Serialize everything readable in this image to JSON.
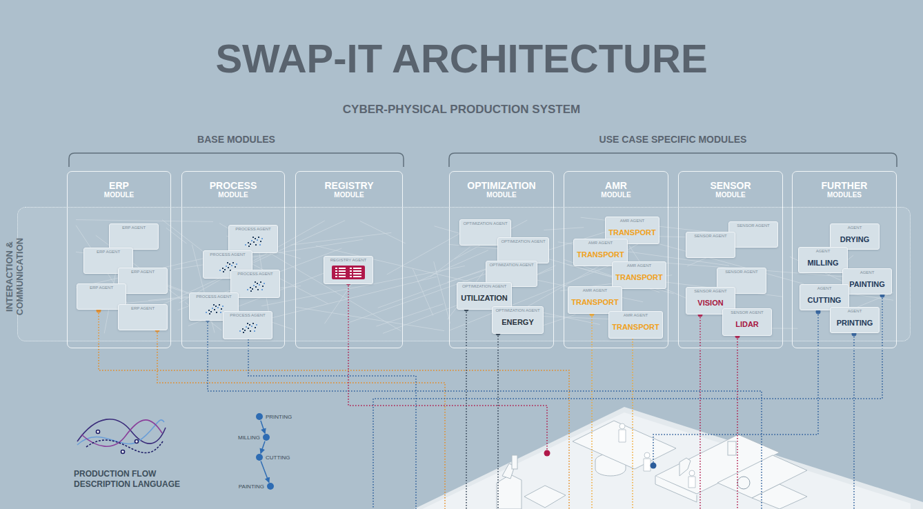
{
  "diagram": {
    "title": "SWAP-IT ARCHITECTURE",
    "nodes": [
      {
        "text": [
          "INTERACTION & COMMUNICATION"
        ]
      },
      {
        "text": [
          "ERP",
          "MODULE"
        ]
      },
      {
        "text": [
          "ERP AGENT"
        ],
        "in": 1
      },
      {
        "text": [
          "ERP AGENT"
        ],
        "in": 1
      },
      {
        "text": [
          "ERP AGENT"
        ],
        "in": 1
      },
      {
        "text": [
          "ERP AGENT"
        ],
        "in": 1
      },
      {
        "text": [
          "ERP AGENT"
        ],
        "in": 1
      },
      {
        "text": [
          "PROCESS",
          "MODULE"
        ]
      },
      {
        "text": [
          "PROCESS AGENT"
        ],
        "in": 7
      },
      {
        "text": [
          "PROCESS AGENT"
        ],
        "in": 7
      },
      {
        "text": [
          "PROCESS AGENT"
        ],
        "in": 7
      },
      {
        "text": [
          "PROCESS AGENT"
        ],
        "in": 7
      },
      {
        "text": [
          "PROCESS AGENT"
        ],
        "in": 7
      },
      {
        "text": [
          "REGISTRY",
          "MODULE"
        ]
      },
      {
        "text": [
          "REGISTRY AGENT"
        ],
        "in": 13
      },
      {
        "text": [
          "OPTIMIZATION",
          "MODULE"
        ]
      },
      {
        "text": [
          "OPTIMIZATION AGENT"
        ],
        "in": 15
      },
      {
        "text": [
          "OPTIMIZATION AGENT"
        ],
        "in": 15
      },
      {
        "text": [
          "OPTIMIZATION AGENT"
        ],
        "in": 15
      },
      {
        "text": [
          "OPTIMIZATION AGENT",
          "UTILIZATION"
        ],
        "in": 15
      },
      {
        "text": [
          "OPTIMIZATION AGENT",
          "ENERGY"
        ],
        "in": 15
      },
      {
        "text": [
          "AMR",
          "MODULE"
        ]
      },
      {
        "text": [
          "AMR AGENT",
          "TRANSPORT"
        ],
        "in": 21
      },
      {
        "text": [
          "AMR AGENT",
          "TRANSPORT"
        ],
        "in": 21
      },
      {
        "text": [
          "AMR AGENT",
          "TRANSPORT"
        ],
        "in": 21
      },
      {
        "text": [
          "AMR AGENT",
          "TRANSPORT"
        ],
        "in": 21
      },
      {
        "text": [
          "AMR AGENT",
          "TRANSPORT"
        ],
        "in": 21
      },
      {
        "text": [
          "SENSOR",
          "MODULE"
        ]
      },
      {
        "text": [
          "SENSOR AGENT"
        ],
        "in": 27
      },
      {
        "text": [
          "SENSOR AGENT"
        ],
        "in": 27
      },
      {
        "text": [
          "SENSOR AGENT"
        ],
        "in": 27
      },
      {
        "text": [
          "SENSOR AGENT",
          "VISION"
        ],
        "in": 27
      },
      {
        "text": [
          "SENSOR AGENT",
          "LIDAR"
        ],
        "in": 27
      },
      {
        "text": [
          "FURTHER",
          "MODULES"
        ]
      },
      {
        "text": [
          "AGENT",
          "DRYING"
        ],
        "in": 33
      },
      {
        "text": [
          "AGENT",
          "MILLING"
        ],
        "in": 33
      },
      {
        "text": [
          "AGENT",
          "PAINTING"
        ],
        "in": 33
      },
      {
        "text": [
          "AGENT",
          "CUTTING"
        ],
        "in": 33
      },
      {
        "text": [
          "AGENT",
          "PRINTING"
        ],
        "in": 33
      },
      {
        "text": [
          "PRINTING"
        ]
      },
      {
        "text": [
          "MILLING"
        ]
      },
      {
        "text": [
          "CUTTING"
        ]
      },
      {
        "text": [
          "PAINTING"
        ]
      }
    ],
    "edges": [
      {
        "from": 39,
        "to": 40,
        "arrow": "to"
      },
      {
        "from": 40,
        "to": 41,
        "arrow": "to"
      },
      {
        "from": 41,
        "to": 42,
        "arrow": "to"
      }
    ],
    "labels": [
      "CYBER-PHYSICAL PRODUCTION SYSTEM",
      "BASE MODULES",
      "USE CASE SPECIFIC MODULES",
      "PRODUCTION FLOW DESCRIPTION LANGUAGE"
    ]
  }
}
